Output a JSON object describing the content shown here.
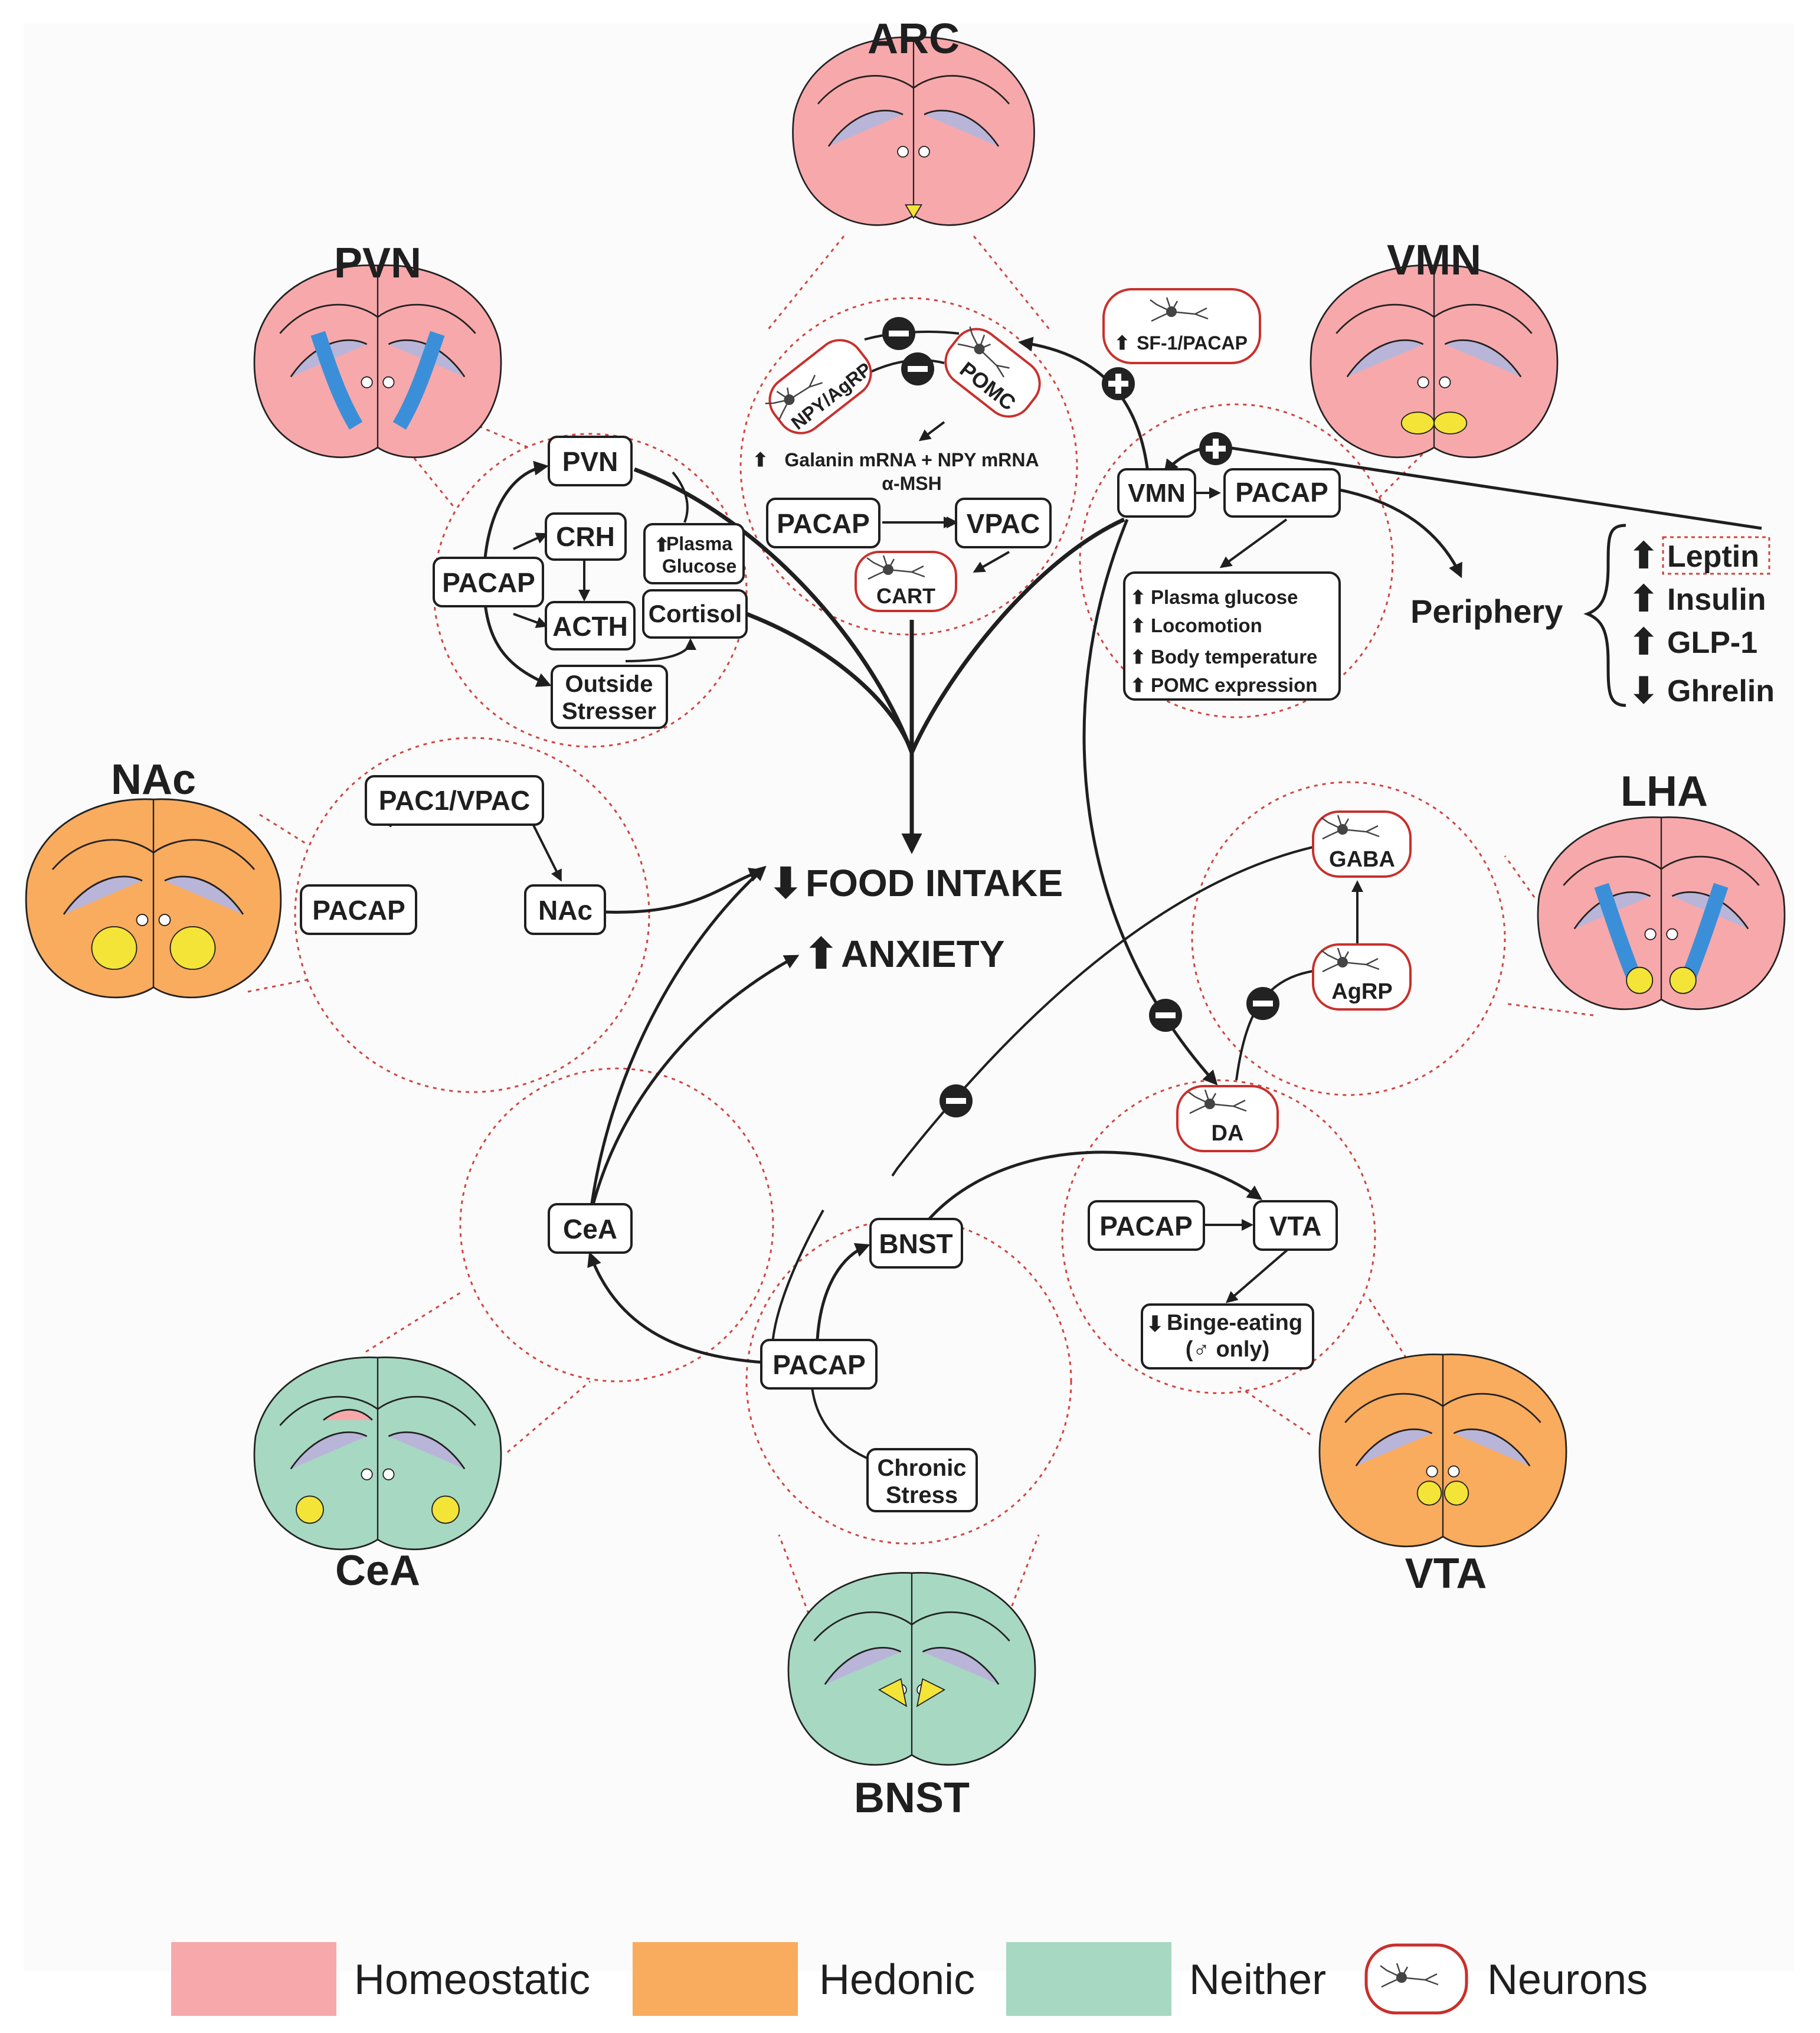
{
  "regions": {
    "arc": "ARC",
    "pvn": "PVN",
    "vmn": "VMN",
    "nac": "NAc",
    "lha": "LHA",
    "cea": "CeA",
    "vta": "VTA",
    "bnst": "BNST"
  },
  "pvn_nodes": {
    "pvn": "PVN",
    "crh": "CRH",
    "pacap": "PACAP",
    "acth": "ACTH",
    "plasma_glucose_1": "Plasma",
    "plasma_glucose_2": "Glucose",
    "cortisol": "Cortisol",
    "outside_1": "Outside",
    "outside_2": "Stresser"
  },
  "arc_nodes": {
    "npy_agrp": "NPY/AgRP",
    "pomc": "POMC",
    "galanin": "Galanin mRNA + NPY mRNA",
    "amsh": "α-MSH",
    "pacap": "PACAP",
    "vpac": "VPAC",
    "cart": "CART"
  },
  "vmn_nodes": {
    "sf1": "SF-1/PACAP",
    "vmn": "VMN",
    "pacap": "PACAP",
    "effects": [
      "Plasma glucose",
      "Locomotion",
      "Body temperature",
      "POMC expression"
    ],
    "periphery": "Periphery",
    "hormones": [
      {
        "label": "Leptin",
        "dir": "up"
      },
      {
        "label": "Insulin",
        "dir": "up"
      },
      {
        "label": "GLP-1",
        "dir": "up"
      },
      {
        "label": "Ghrelin",
        "dir": "down"
      }
    ]
  },
  "nac_nodes": {
    "receptor": "PAC1/VPAC",
    "pacap": "PACAP",
    "nac": "NAc"
  },
  "outcomes": {
    "food": "FOOD INTAKE",
    "anxiety": "ANXIETY"
  },
  "lha_nodes": {
    "gaba": "GABA",
    "agrp": "AgRP",
    "da": "DA"
  },
  "lower_nodes": {
    "cea": "CeA",
    "bnst": "BNST",
    "pacap": "PACAP",
    "chronic_1": "Chronic",
    "chronic_2": "Stress",
    "vta_pacap": "PACAP",
    "vta": "VTA",
    "binge_1": "Binge-eating",
    "binge_2": "(♂ only)"
  },
  "legend": [
    {
      "label": "Homeostatic",
      "color": "#f7a8ab"
    },
    {
      "label": "Hedonic",
      "color": "#f9ab5e"
    },
    {
      "label": "Neither",
      "color": "#a7d8c2"
    },
    {
      "label": "Neurons",
      "color": "#ffffff"
    }
  ],
  "colors": {
    "homeostatic": "#f7a8ab",
    "hedonic": "#f9ab5e",
    "neither": "#a7d8c2",
    "ventricle": "#b9b5d8",
    "tract": "#3b8fd9",
    "nucleus": "#f4e437",
    "dotted": "#d0433d"
  }
}
